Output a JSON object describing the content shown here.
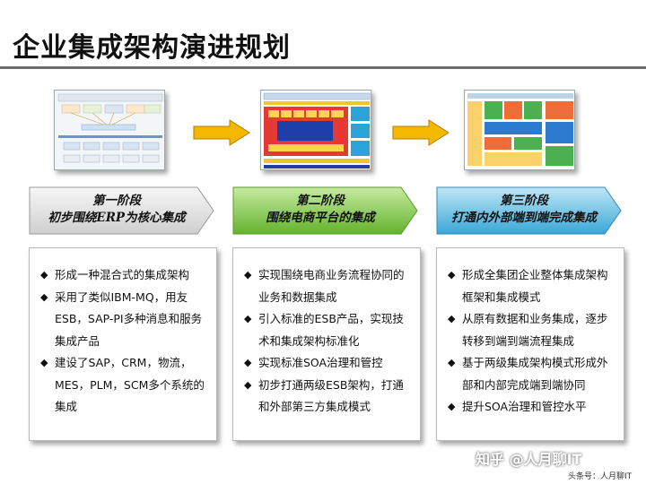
{
  "title": "企业集成架构演进规划",
  "stages": [
    {
      "name": "第一阶段",
      "subtitle": "初步围绕ERP为核心集成",
      "color": "#e4e4e4",
      "bullets": [
        "形成一种混合式的集成架构",
        "采用了类似IBM-MQ，用友ESB，SAP-PI多种消息和服务集成产品",
        "建设了SAP，CRM，物流，MES，PLM，SCM多个系统的集成"
      ]
    },
    {
      "name": "第二阶段",
      "subtitle": "围绕电商平台的集成",
      "color": "#8fd14f",
      "bullets": [
        "实现围绕电商业务流程协同的业务和数据集成",
        "引入标准的ESB产品，实现技术和集成架构标准化",
        "实现标准SOA治理和管控",
        "初步打通两级ESB架构，打通和外部第三方集成模式"
      ]
    },
    {
      "name": "第三阶段",
      "subtitle": "打通内外部端到端完成集成",
      "color": "#5ab8e0",
      "bullets": [
        "形成全集团企业整体集成架构框架和集成模式",
        "从原有数据和业务集成，逐步转移到端到端流程集成",
        "基于两级集成架构模式形成外部和内部完成端到端协同",
        "提升SOA治理和管控水平"
      ]
    }
  ],
  "arrow_color": "#f5b800",
  "bullet_symbol": "◆",
  "watermark": "知乎 @人月聊IT",
  "footer_note": "头条号：人月聊IT"
}
